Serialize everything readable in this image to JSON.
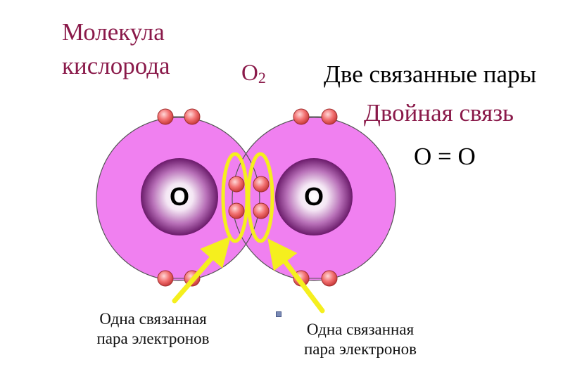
{
  "title": {
    "line1": "Молекула",
    "line2": "кислорода"
  },
  "formula": {
    "symbol": "O",
    "subscript": "2"
  },
  "two_pairs_label": "Две связанные пары",
  "double_bond_label": "Двойная связь",
  "structural_formula": "O = O",
  "atoms": [
    {
      "symbol": "O"
    },
    {
      "symbol": "O"
    }
  ],
  "captions": {
    "left": {
      "line1": "Одна связанная",
      "line2": "пара электронов"
    },
    "right": {
      "line1": "Одна связанная",
      "line2": "пара электронов"
    }
  },
  "colors": {
    "shell": "#f080f0",
    "nucleus_center": "#ffffff",
    "nucleus_edge": "#6a1a6a",
    "electron": "#f06a6a",
    "bond_ring": "#f5ef1e",
    "arrow": "#f5ef1e",
    "title": "#8a1a4a"
  }
}
